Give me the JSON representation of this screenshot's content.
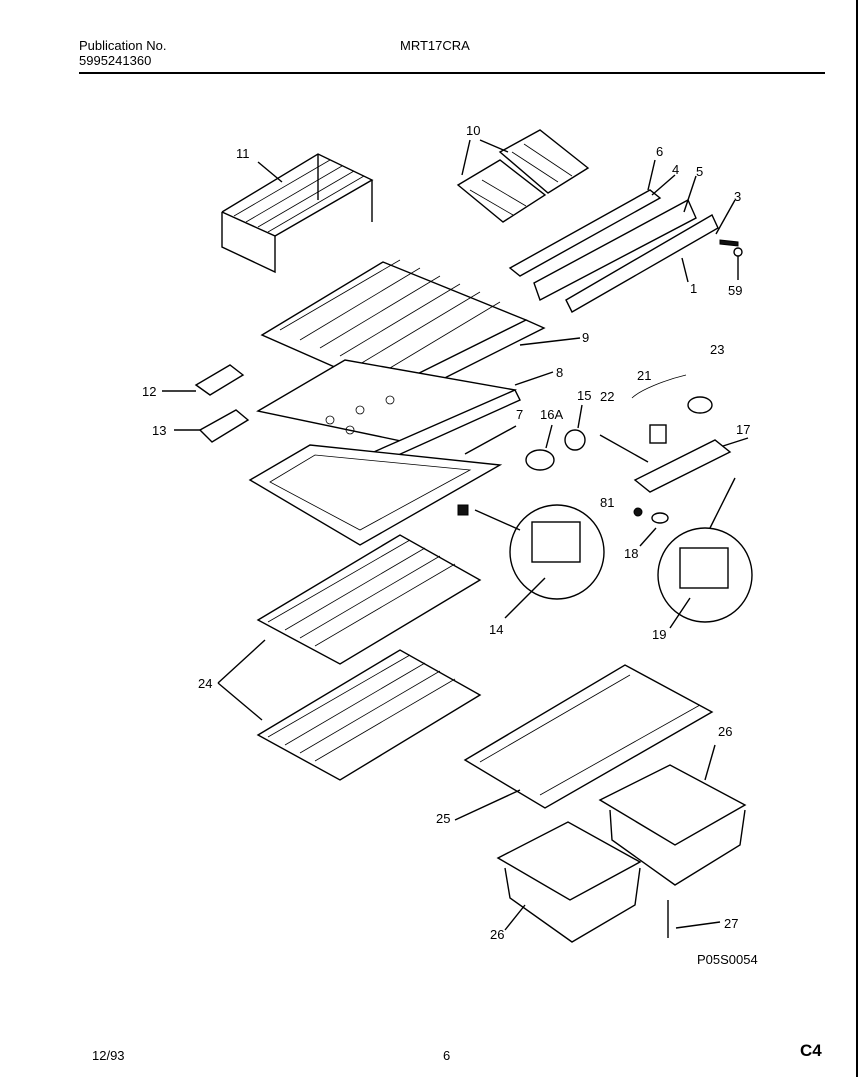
{
  "header": {
    "publication_label": "Publication No.",
    "publication_number": "5995241360",
    "model": "MRT17CRA"
  },
  "footer": {
    "date": "12/93",
    "page": "6",
    "section": "C4"
  },
  "diagram_code": "P05S0054",
  "callouts": {
    "c1": "1",
    "c3": "3",
    "c4": "4",
    "c5": "5",
    "c6": "6",
    "c7": "7",
    "c8": "8",
    "c9": "9",
    "c10": "10",
    "c11": "11",
    "c12": "12",
    "c13": "13",
    "c14": "14",
    "c15": "15",
    "c16a": "16A",
    "c17": "17",
    "c18": "18",
    "c19": "19",
    "c21": "21",
    "c22": "22",
    "c23": "23",
    "c24": "24",
    "c25": "25",
    "c26a": "26",
    "c26b": "26",
    "c27": "27",
    "c59": "59",
    "c81": "81"
  }
}
